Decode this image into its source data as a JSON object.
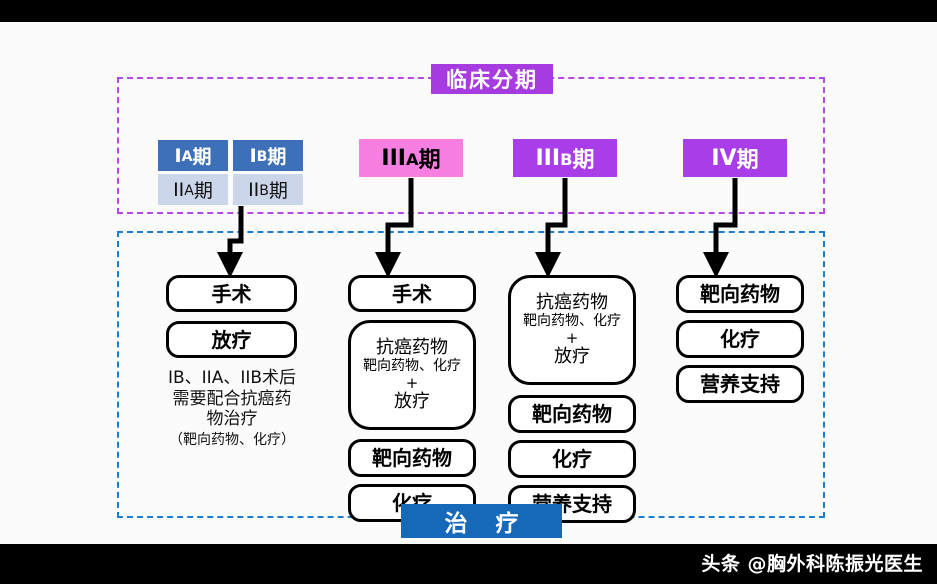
{
  "sections": {
    "staging": {
      "title": "临床分期",
      "accent": "#a63ce0",
      "border_color": "#b44ae0"
    },
    "treatment": {
      "title": "治  疗",
      "accent": "#1668b8",
      "border_color": "#1b7ed0"
    }
  },
  "stages": {
    "group_early": [
      {
        "roman": "I",
        "sub": "A",
        "suffix": "期",
        "style": "dark",
        "color": "#3d70b8"
      },
      {
        "roman": "I",
        "sub": "B",
        "suffix": "期",
        "style": "dark",
        "color": "#3d70b8"
      },
      {
        "roman": "II",
        "sub": "A",
        "suffix": "期",
        "style": "light",
        "color": "#ccd6ea"
      },
      {
        "roman": "II",
        "sub": "B",
        "suffix": "期",
        "style": "light",
        "color": "#ccd6ea"
      }
    ],
    "iiia": {
      "roman": "III",
      "sub": "A",
      "suffix": "期",
      "color": "#f77fe2"
    },
    "iiib": {
      "roman": "III",
      "sub": "B",
      "suffix": "期",
      "color": "#a93ee8"
    },
    "iv": {
      "roman": "IV",
      "sub": "",
      "suffix": "期",
      "color": "#a93ee8"
    }
  },
  "columns": [
    {
      "name": "early-stage-treatment",
      "boxes": [
        {
          "label": "手术"
        },
        {
          "label": "放疗"
        }
      ],
      "note": {
        "lines": [
          "IB、IIA、IIB术后",
          "需要配合抗癌药",
          "物治疗"
        ],
        "paren": "（靶向药物、化疗）"
      }
    },
    {
      "name": "iiia-treatment",
      "boxes": [
        {
          "label": "手术"
        },
        {
          "label": "靶向药物"
        },
        {
          "label": "化疗"
        }
      ],
      "combo": {
        "head": "抗癌药物",
        "detail": "靶向药物、化疗",
        "plus": "+",
        "tail": "放疗"
      }
    },
    {
      "name": "iiib-treatment",
      "boxes": [
        {
          "label": "靶向药物"
        },
        {
          "label": "化疗"
        },
        {
          "label": "营养支持"
        }
      ],
      "combo": {
        "head": "抗癌药物",
        "detail": "靶向药物、化疗",
        "plus": "+",
        "tail": "放疗"
      }
    },
    {
      "name": "iv-treatment",
      "boxes": [
        {
          "label": "靶向药物"
        },
        {
          "label": "化疗"
        },
        {
          "label": "营养支持"
        }
      ]
    }
  ],
  "watermark": "头条 @胸外科陈振光医生"
}
